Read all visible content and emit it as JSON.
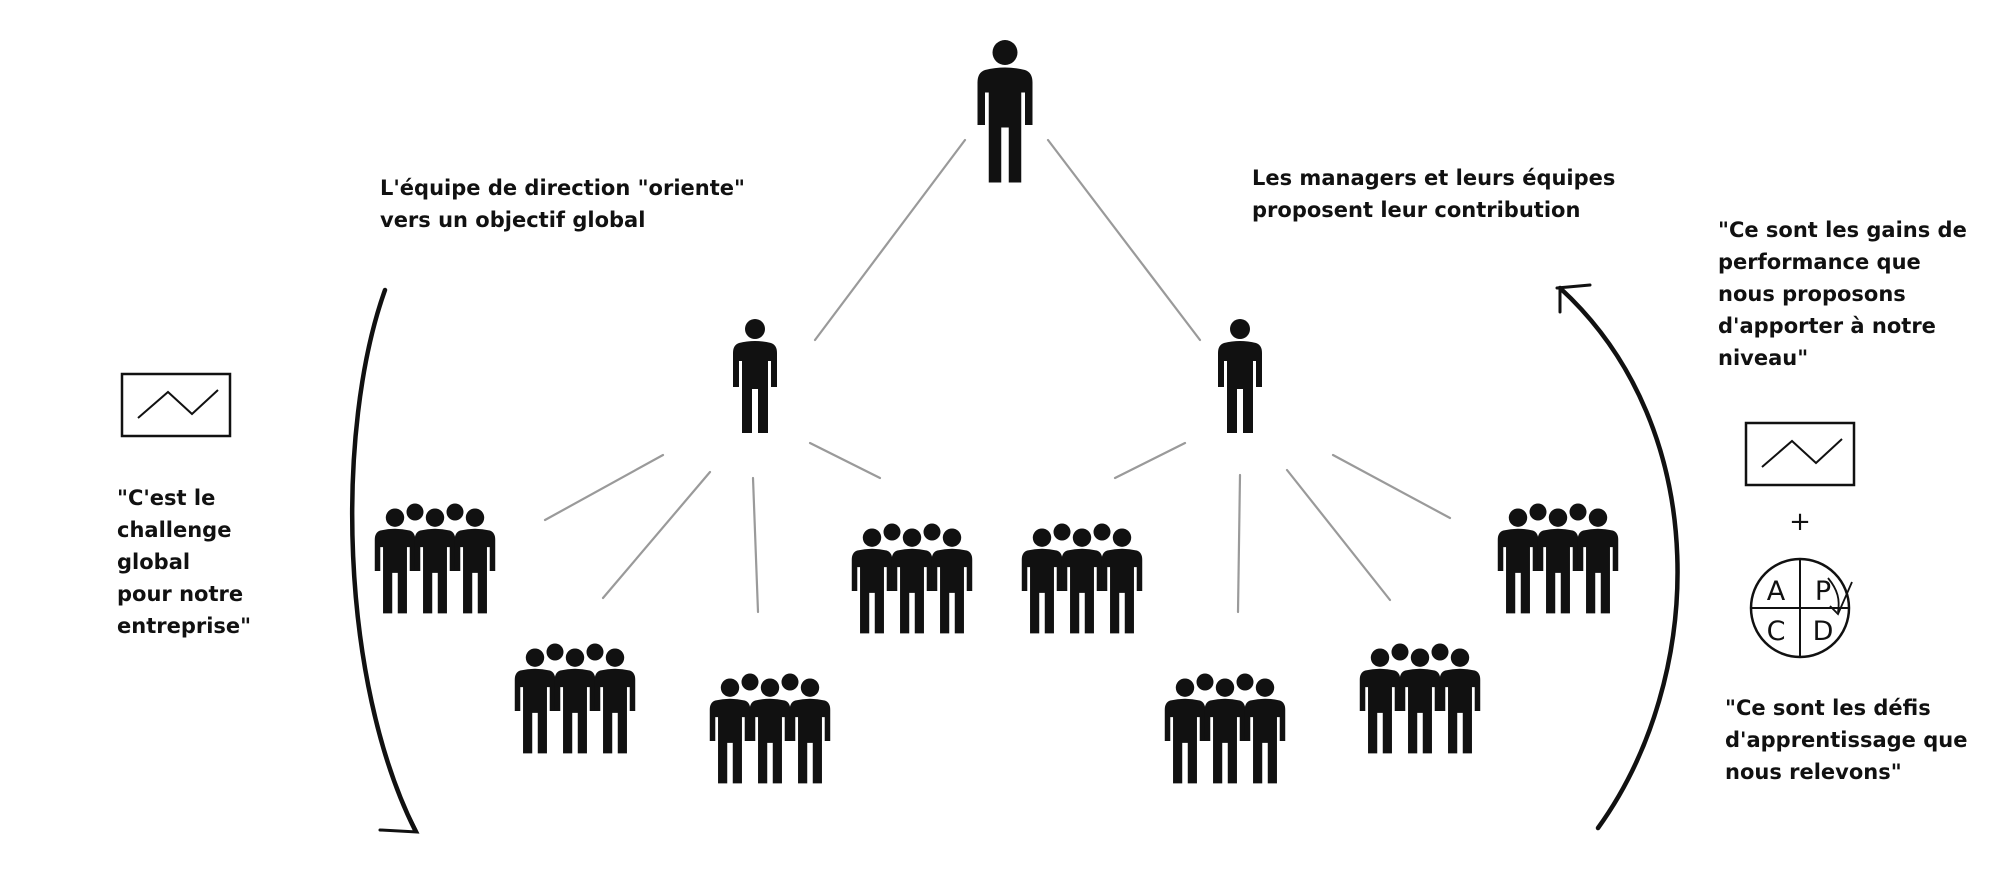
{
  "texts": {
    "top_left": "L'équipe de direction \"oriente\"\nvers un objectif global",
    "top_right": "Les managers et leurs équipes\nproposent leur contribution",
    "left_quote": "\"C'est le\nchallenge\nglobal\npour notre\nentreprise\"",
    "right_quote_top": "\"Ce sont les gains de\nperformance que\nnous proposons\nd'apporter à notre\nniveau\"",
    "right_quote_bottom": "\"Ce sont les défis\nd'apprentissage que\nnous relevons\""
  },
  "pdca": {
    "a": "A",
    "p": "P",
    "c": "C",
    "d": "D"
  },
  "plus_sign": "+",
  "icons": [
    "person-icon",
    "group-icon",
    "trend-chart-icon",
    "pdca-wheel-icon",
    "curved-arrow-icon"
  ],
  "colors": {
    "ink": "#111111",
    "line": "#9a9a9a",
    "background": "#ffffff"
  }
}
